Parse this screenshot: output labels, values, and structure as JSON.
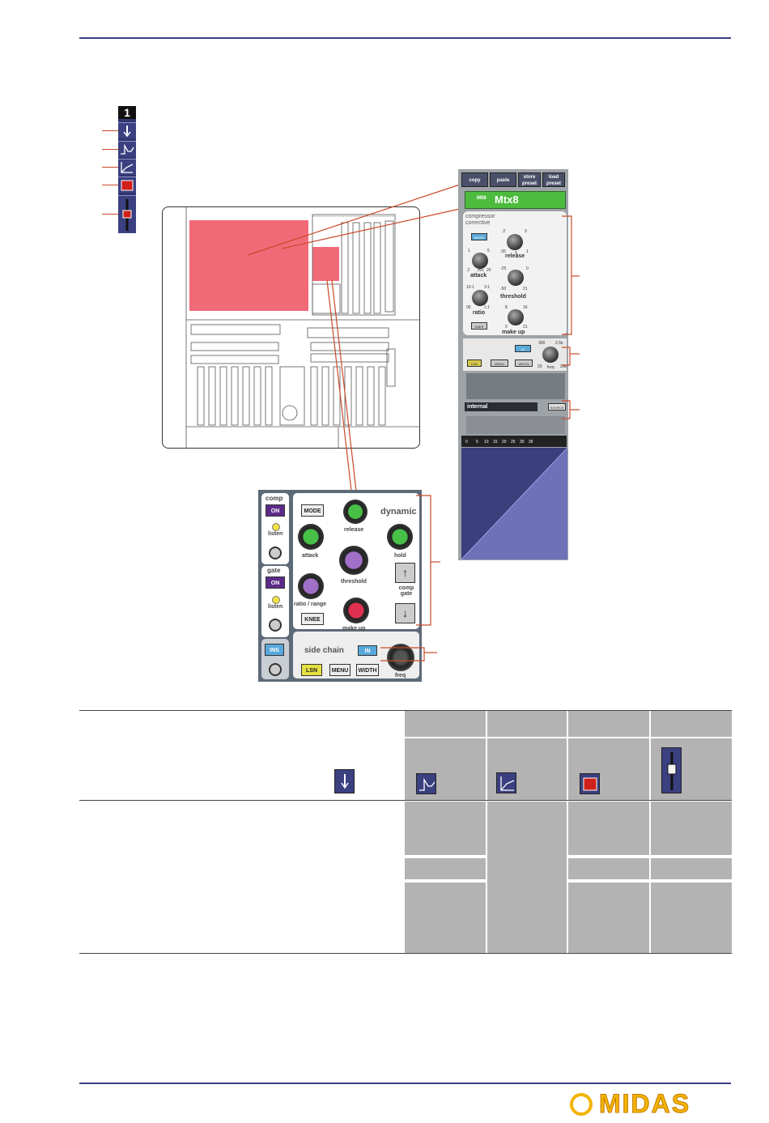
{
  "strip": {
    "number": "1",
    "icons": [
      "gain-icon",
      "filter-icon",
      "dynamics-icon",
      "mute-icon",
      "fader-icon"
    ]
  },
  "right_panel": {
    "buttons": [
      "copy",
      "paste",
      "store preset",
      "load preset"
    ],
    "channel_tag": "M08",
    "channel_name": "Mtx8",
    "mode_title": "compressor corrective",
    "mode_button": "MODE",
    "knee_button": "KNEE",
    "knobs": {
      "attack": {
        "label": "attack",
        "scale": [
          "1",
          "5",
          ".2",
          "mS",
          "20"
        ]
      },
      "release": {
        "label": "release",
        "scale": [
          ".2",
          "3",
          ".05",
          "S",
          "1"
        ]
      },
      "threshold": {
        "label": "threshold",
        "scale": [
          "-25",
          "0",
          "-50",
          "21"
        ]
      },
      "ratio": {
        "label": "ratio",
        "scale": [
          "10:1",
          "3:1",
          "00",
          "1:1"
        ]
      },
      "makeup": {
        "label": "make up",
        "scale": [
          "8",
          "16",
          "0",
          "21"
        ]
      },
      "freq": {
        "label": "freq",
        "scale": [
          "300",
          "2.5k",
          "20",
          "20k"
        ]
      }
    },
    "sidechain_in": "IN",
    "listen": "LSN",
    "menu": "MENU",
    "width": "WIDTH",
    "source_value": "internal",
    "source_button": "SOURCE",
    "meter_scale": [
      "0",
      "5",
      "10",
      "15",
      "20",
      "25",
      "30",
      "35"
    ]
  },
  "dynamics_panel": {
    "comp_title": "comp",
    "comp_on": "ON",
    "comp_listen": "listen",
    "gate_title": "gate",
    "gate_on": "ON",
    "gate_listen": "listen",
    "ins": "INS",
    "mode": "MODE",
    "title": "dynamic",
    "release": "release",
    "attack": "attack",
    "hold": "hold",
    "threshold": "threshold",
    "ratio_range": "ratio / range",
    "comp_gate": "comp gate",
    "knee": "KNEE",
    "makeup": "make up",
    "sidechain": "side chain",
    "sc_in": "IN",
    "lsn": "LSN",
    "menu": "MENU",
    "width": "WIDTH",
    "freq": "freq"
  },
  "colors": {
    "rule": "#3a3f86",
    "highlight": "#f06a78",
    "leader": "#c84a2a",
    "logo": "#f2b400"
  },
  "logo": "MIDAS"
}
